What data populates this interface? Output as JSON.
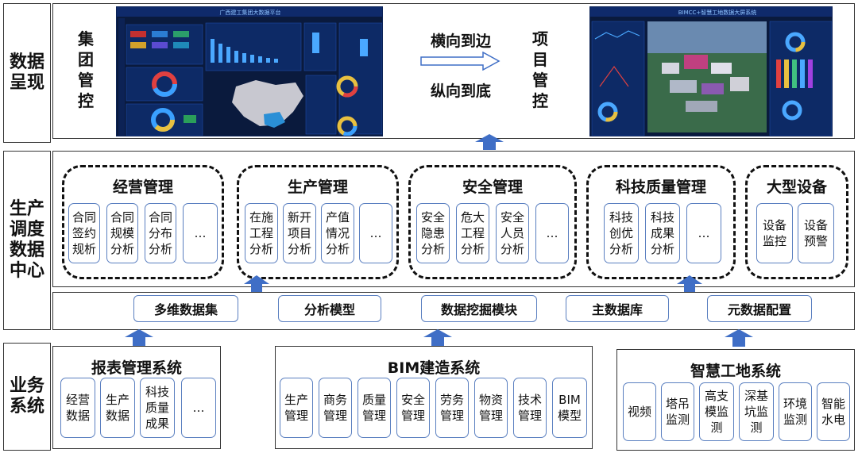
{
  "rows": {
    "display": "数据呈现",
    "center": "生产调度数据中心",
    "business": "业务系统"
  },
  "display": {
    "group_label": "集团管控",
    "project_label": "项目管控",
    "direction_h": "横向到边",
    "direction_v": "纵向到底",
    "group_screen_title": "广西建工集团大数据平台",
    "project_screen_title": "BIMCC+智慧工地数据大屏系统"
  },
  "center": {
    "groups": [
      {
        "title": "经营管理",
        "items": [
          "合同签约规析",
          "合同规模分析",
          "合同分布分析",
          "…"
        ]
      },
      {
        "title": "生产管理",
        "items": [
          "在施工程分析",
          "新开项目分析",
          "产值情况分析",
          "…"
        ]
      },
      {
        "title": "安全管理",
        "items": [
          "安全隐患分析",
          "危大工程分析",
          "安全人员分析",
          "…"
        ]
      },
      {
        "title": "科技质量管理",
        "items": [
          "科技创优分析",
          "科技成果分析",
          "…"
        ]
      },
      {
        "title": "大型设备",
        "items": [
          "设备监控",
          "设备预警"
        ]
      }
    ],
    "tools": [
      "多维数据集",
      "分析模型",
      "数据挖掘模块",
      "主数据库",
      "元数据配置"
    ]
  },
  "business": {
    "systems": [
      {
        "title": "报表管理系统",
        "items": [
          "经营数据",
          "生产数据",
          "科技质量成果",
          "…"
        ]
      },
      {
        "title": "BIM建造系统",
        "items": [
          "生产管理",
          "商务管理",
          "质量管理",
          "安全管理",
          "劳务管理",
          "物资管理",
          "技术管理",
          "BIM模型"
        ]
      },
      {
        "title": "智慧工地系统",
        "items": [
          "视频",
          "塔吊监测",
          "高支模监测",
          "深基坑监测",
          "环境监测",
          "智能水电"
        ]
      }
    ]
  },
  "colors": {
    "arrow": "#3f6ec6",
    "box_border": "#5a7fc0",
    "screen_bg": "#0a1a3d"
  }
}
